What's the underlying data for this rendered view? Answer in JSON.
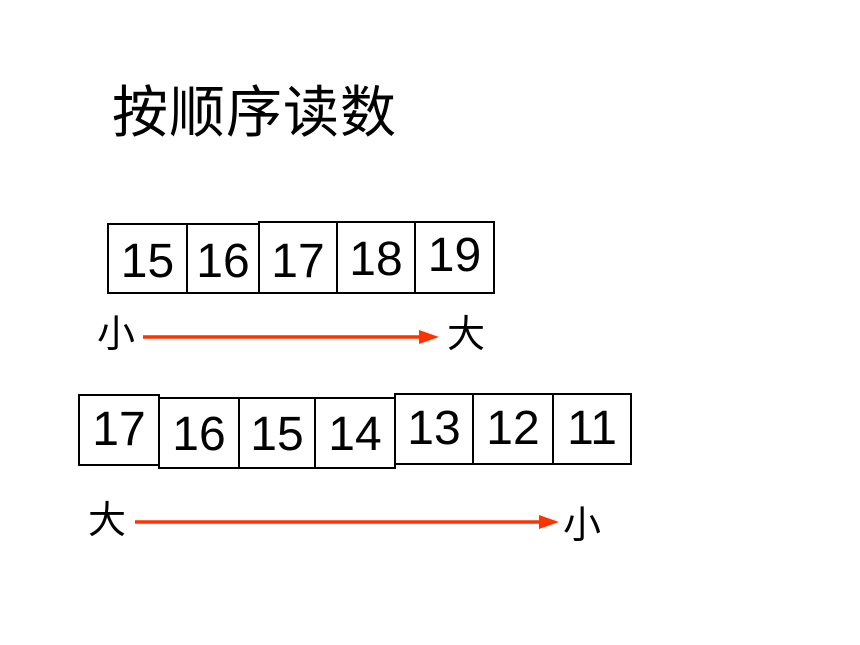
{
  "title": "按顺序读数",
  "ascending_row": {
    "numbers": [
      "15",
      "16",
      "17",
      "18",
      "19"
    ],
    "start_label": "小",
    "end_label": "大"
  },
  "descending_row": {
    "numbers": [
      "17",
      "16",
      "15",
      "14",
      "13",
      "12",
      "11"
    ],
    "start_label": "大",
    "end_label": "小"
  },
  "colors": {
    "arrow": "#ff3300",
    "text": "#000000",
    "border": "#000000"
  }
}
